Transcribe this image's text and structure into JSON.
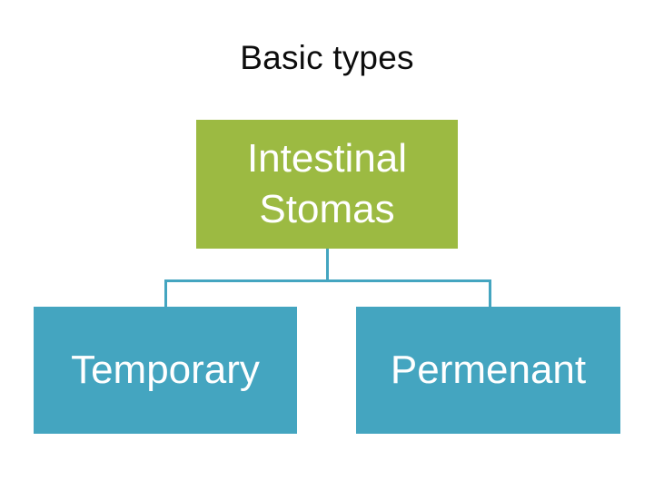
{
  "slide": {
    "title": "Basic types",
    "background_color": "#ffffff"
  },
  "diagram": {
    "type": "hierarchy",
    "root": {
      "label": "Intestinal Stomas",
      "fill_color": "#9cba42",
      "text_color": "#ffffff"
    },
    "children": [
      {
        "label": "Temporary",
        "fill_color": "#44a5c0",
        "text_color": "#ffffff"
      },
      {
        "label": "Permenant",
        "fill_color": "#44a5c0",
        "text_color": "#ffffff"
      }
    ],
    "connector_color": "#44a5c0"
  }
}
